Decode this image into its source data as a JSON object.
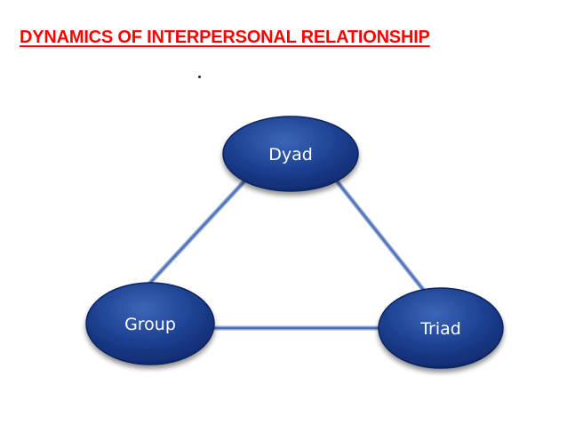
{
  "title": "DYNAMICS OF INTERPERSONAL RELATIONSHIP",
  "colors": {
    "title": "#ff0000",
    "node_fill_light": "#3b66b8",
    "node_fill_dark": "#0f2a6e",
    "connector": "#5a7cc0"
  },
  "diagram": {
    "nodes": [
      {
        "id": "dyad",
        "label": "Dyad"
      },
      {
        "id": "group",
        "label": "Group"
      },
      {
        "id": "triad",
        "label": "Triad"
      }
    ],
    "edges": [
      {
        "from": "dyad",
        "to": "group"
      },
      {
        "from": "dyad",
        "to": "triad"
      },
      {
        "from": "group",
        "to": "triad"
      }
    ]
  }
}
